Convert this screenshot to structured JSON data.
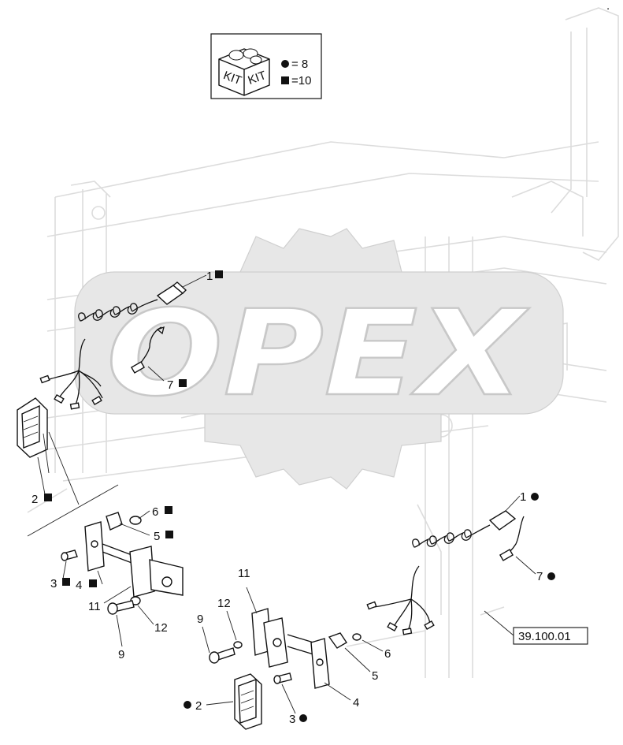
{
  "kit_box": {
    "kit_label_left": "KIT",
    "kit_label_right": "KIT",
    "circle_count": "= 8",
    "square_count": "=10"
  },
  "watermark": {
    "text": "OPEX"
  },
  "reference": {
    "label": "39.100.01"
  },
  "callouts": [
    {
      "num": "1",
      "marker": "square"
    },
    {
      "num": "7",
      "marker": "square"
    },
    {
      "num": "2",
      "marker": "square"
    },
    {
      "num": "6",
      "marker": "square"
    },
    {
      "num": "5",
      "marker": "square"
    },
    {
      "num": "3",
      "marker": "square"
    },
    {
      "num": "4",
      "marker": "square"
    },
    {
      "num": "11",
      "marker": "none"
    },
    {
      "num": "12",
      "marker": "none"
    },
    {
      "num": "9",
      "marker": "none"
    },
    {
      "num": "1",
      "marker": "circle"
    },
    {
      "num": "7",
      "marker": "circle"
    },
    {
      "num": "11",
      "marker": "none"
    },
    {
      "num": "12",
      "marker": "none"
    },
    {
      "num": "9",
      "marker": "none"
    },
    {
      "num": "6",
      "marker": "none"
    },
    {
      "num": "5",
      "marker": "none"
    },
    {
      "num": "4",
      "marker": "none"
    },
    {
      "num": "2",
      "marker": "circle"
    },
    {
      "num": "3",
      "marker": "circle"
    }
  ]
}
